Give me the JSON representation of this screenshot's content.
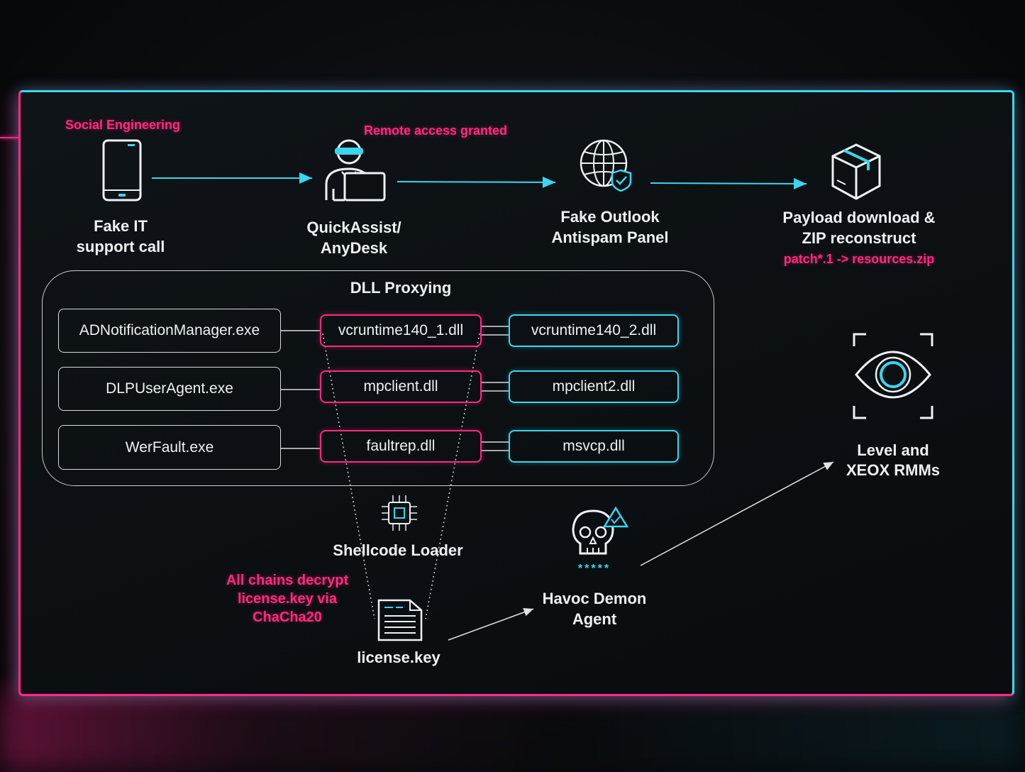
{
  "top_row": {
    "social_engineering": "Social Engineering",
    "remote_access": "Remote access granted",
    "fake_it_line1": "Fake IT",
    "fake_it_line2": "support call",
    "quickassist_line1": "QuickAssist/",
    "quickassist_line2": "AnyDesk",
    "outlook_line1": "Fake Outlook",
    "outlook_line2": "Antispam Panel",
    "payload_line1": "Payload download &",
    "payload_line2": "ZIP reconstruct",
    "payload_note": "patch*.1 -> resources.zip"
  },
  "dll_proxying": {
    "title": "DLL Proxying",
    "rows": [
      {
        "exe": "ADNotificationManager.exe",
        "proxy": "vcruntime140_1.dll",
        "real": "vcruntime140_2.dll"
      },
      {
        "exe": "DLPUserAgent.exe",
        "proxy": "mpclient.dll",
        "real": "mpclient2.dll"
      },
      {
        "exe": "WerFault.exe",
        "proxy": "faultrep.dll",
        "real": "msvcp.dll"
      }
    ]
  },
  "bottom": {
    "shellcode_loader": "Shellcode Loader",
    "decrypt_line1": "All chains decrypt",
    "decrypt_line2": "license.key via",
    "decrypt_line3": "ChaCha20",
    "license_key": "license.key",
    "havoc_line1": "Havoc Demon",
    "havoc_line2": "Agent",
    "havoc_stars": "*****",
    "rmm_line1": "Level and",
    "rmm_line2": "XEOX RMMs"
  },
  "colors": {
    "pink": "#ff2a7e",
    "cyan": "#3ad6ef",
    "white": "#eef1f3"
  },
  "icons": [
    "phone-icon",
    "hacker-laptop-icon",
    "globe-shield-icon",
    "package-box-icon",
    "eye-scan-icon",
    "chip-icon",
    "skull-warning-icon",
    "document-icon"
  ]
}
